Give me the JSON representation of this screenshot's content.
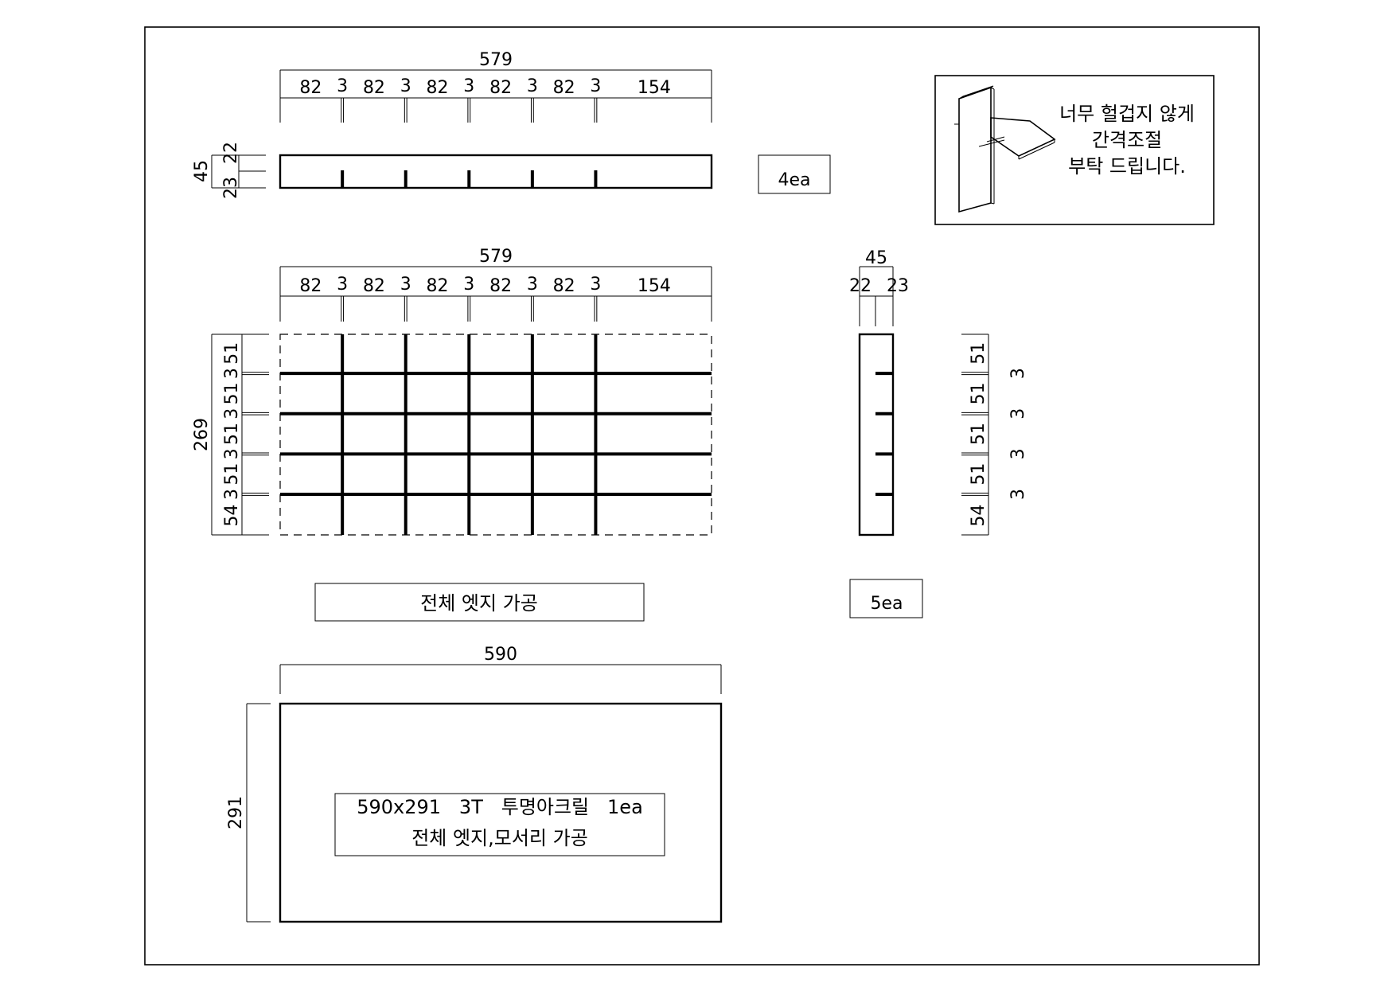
{
  "top_strip": {
    "overall": "579",
    "segments": [
      "82",
      "3",
      "82",
      "3",
      "82",
      "3",
      "82",
      "3",
      "82",
      "3",
      "154"
    ],
    "height_total": "45",
    "height_upper": "22",
    "height_lower": "23",
    "qty": "4ea"
  },
  "grid": {
    "overall": "579",
    "segments": [
      "82",
      "3",
      "82",
      "3",
      "82",
      "3",
      "82",
      "3",
      "82",
      "3",
      "154"
    ],
    "height_total": "269",
    "vertical_segments": [
      "51",
      "3",
      "51",
      "3",
      "51",
      "3",
      "51",
      "3",
      "54"
    ]
  },
  "edge_note": "전체 엣지 가공",
  "side_strip": {
    "width_total": "45",
    "width_left": "22",
    "width_right": "23",
    "segments": [
      "51",
      "51",
      "51",
      "51",
      "54"
    ],
    "gaps": [
      "3",
      "3",
      "3",
      "3"
    ],
    "qty": "5ea"
  },
  "assembly_note": {
    "lines": [
      "너무 헐겁지 않게",
      "간격조절",
      "부탁 드립니다."
    ]
  },
  "panel": {
    "width": "590",
    "height": "291",
    "spec_line1": "590x291   3T   투명아크릴   1ea",
    "spec_line2": "전체 엣지,모서리 가공"
  }
}
